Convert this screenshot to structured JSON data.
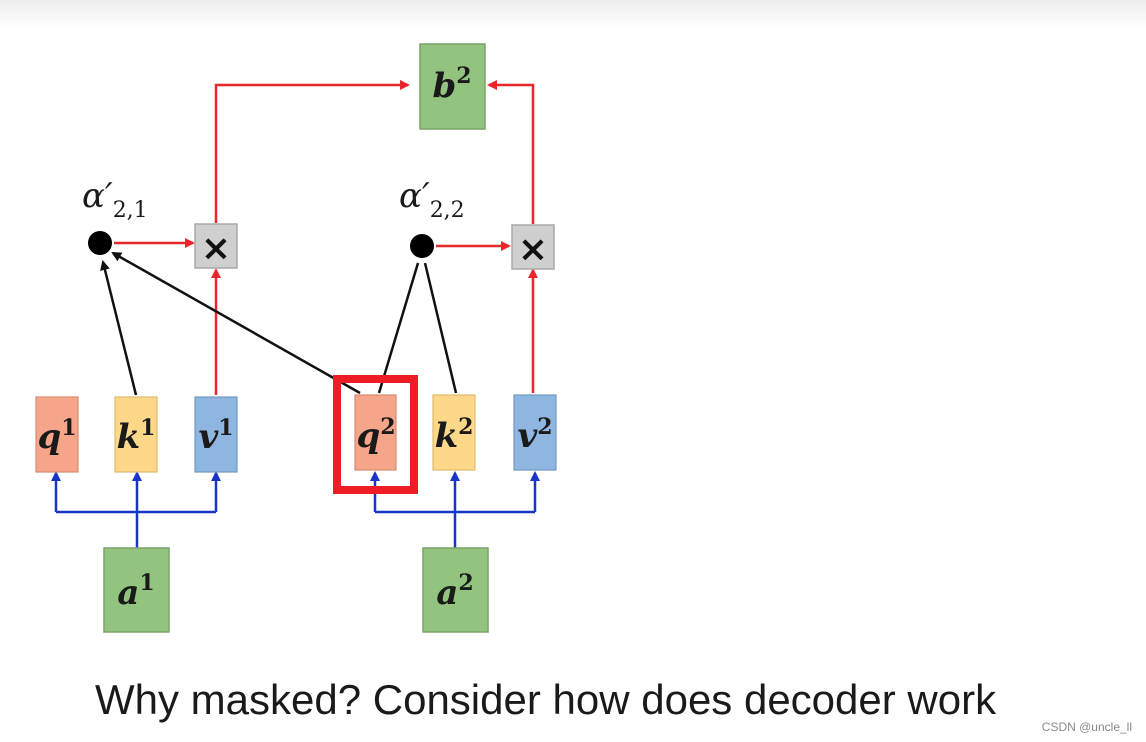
{
  "diagram": {
    "output": {
      "base": "b",
      "sup": "2"
    },
    "inputs": [
      {
        "base": "a",
        "sup": "1"
      },
      {
        "base": "a",
        "sup": "2"
      }
    ],
    "vectors": [
      {
        "base": "q",
        "sup": "1"
      },
      {
        "base": "k",
        "sup": "1"
      },
      {
        "base": "v",
        "sup": "1"
      },
      {
        "base": "q",
        "sup": "2"
      },
      {
        "base": "k",
        "sup": "2"
      },
      {
        "base": "v",
        "sup": "2"
      }
    ],
    "attention": [
      {
        "symbol": "α′",
        "sub": "2,1"
      },
      {
        "symbol": "α′",
        "sub": "2,2"
      }
    ],
    "multiply_symbol": "×",
    "colors": {
      "q_fill": "#f4a58a",
      "k_fill": "#fed889",
      "v_fill": "#8fb6e0",
      "ab_fill": "#92c47f",
      "red_arrow": "#e8262b",
      "blue_arrow": "#1736c9",
      "black_arrow": "#111111",
      "highlight": "#ee1c24",
      "mult_fill": "#cfcfcf"
    }
  },
  "caption": "Why masked?  Consider how does decoder work",
  "watermark": "CSDN @uncle_ll"
}
